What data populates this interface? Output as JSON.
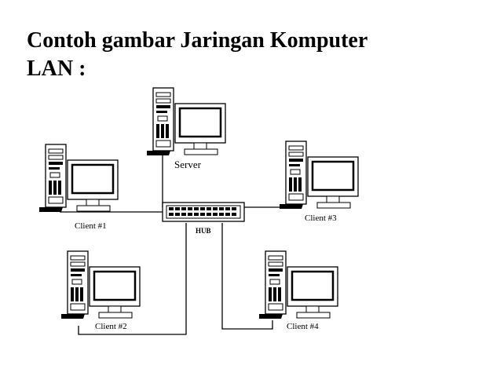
{
  "title": {
    "line1": "Contoh gambar Jaringan Komputer",
    "line2": "LAN :"
  },
  "diagram": {
    "hub_label": "HUB",
    "nodes": [
      {
        "id": "server",
        "label": "Server"
      },
      {
        "id": "client1",
        "label": "Client #1"
      },
      {
        "id": "client2",
        "label": "Client #2"
      },
      {
        "id": "client3",
        "label": "Client #3"
      },
      {
        "id": "client4",
        "label": "Client #4"
      }
    ]
  },
  "colors": {
    "line": "#000000",
    "background": "#ffffff"
  }
}
